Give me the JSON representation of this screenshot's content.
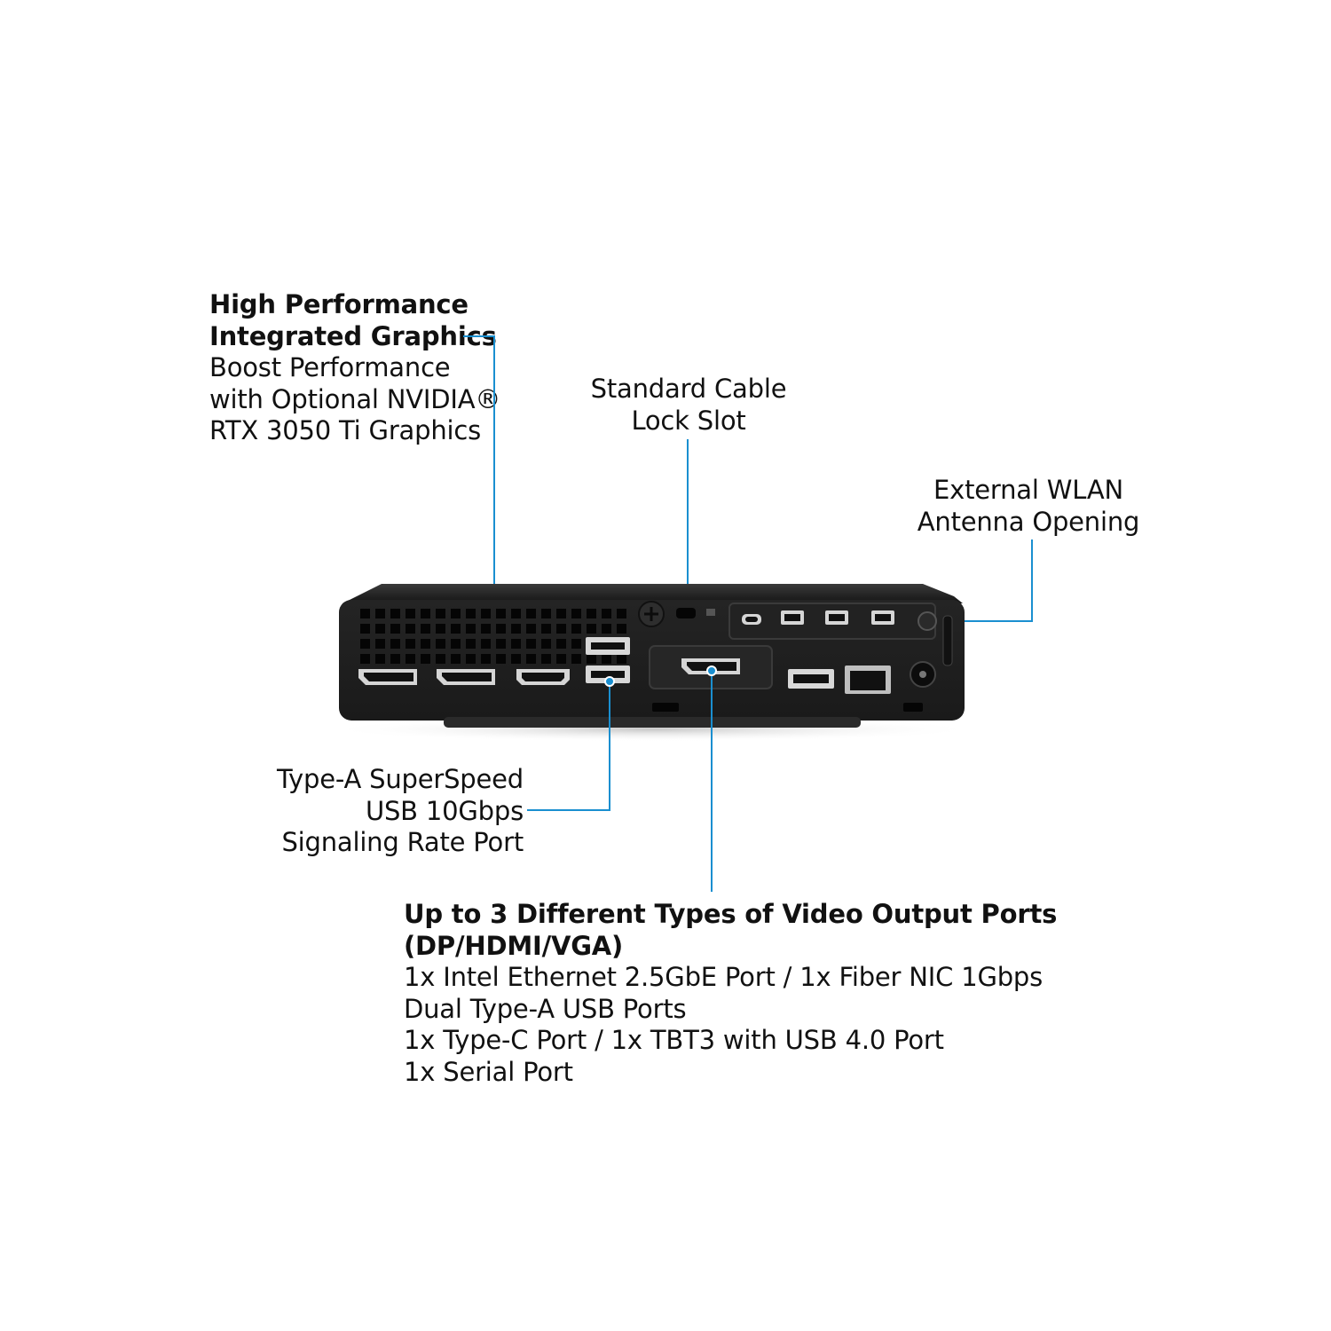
{
  "callouts": {
    "graphics": {
      "title_line1": "High Performance",
      "title_line2": "Integrated Graphics",
      "line1": "Boost Performance",
      "line2": "with Optional NVIDIA®",
      "line3": "RTX 3050 Ti Graphics"
    },
    "lock": {
      "line1": "Standard Cable",
      "line2": "Lock Slot"
    },
    "wlan": {
      "line1": "External WLAN",
      "line2": "Antenna Opening"
    },
    "usb": {
      "line1": "Type-A SuperSpeed",
      "line2": "USB 10Gbps",
      "line3": "Signaling Rate Port"
    },
    "video": {
      "title_line1": "Up to 3 Different Types of Video Output Ports",
      "title_line2": "(DP/HDMI/VGA)",
      "line1": "1x Intel Ethernet 2.5GbE Port / 1x Fiber NIC 1Gbps",
      "line2": "Dual Type-A USB Ports",
      "line3": "1x Type-C Port / 1x TBT3 with USB 4.0 Port",
      "line4": "1x Serial Port"
    }
  },
  "accent_color": "#1a8fd0",
  "device": {
    "description_icons": [
      "vent-grille",
      "displayport-icon",
      "hdmi-icon",
      "usb-a-icon",
      "ethernet-icon",
      "power-jack-icon",
      "lock-icon"
    ]
  }
}
